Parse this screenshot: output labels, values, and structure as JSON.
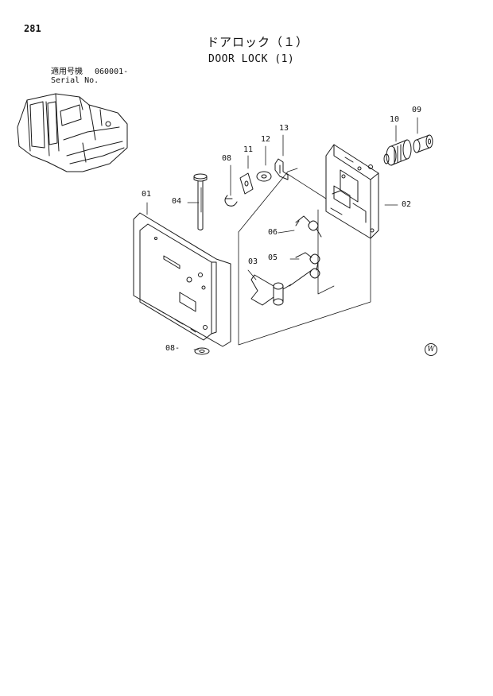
{
  "page_number": "281",
  "title_jp": "ドアロック（１）",
  "title_en": "DOOR LOCK (1)",
  "serial": {
    "label_jp": "適用号機",
    "value": "060001-",
    "label_en": "Serial No."
  },
  "callouts": {
    "c01": "01",
    "c02": "02",
    "c03": "03",
    "c04": "04",
    "c05": "05",
    "c06": "06",
    "c08a": "08",
    "c08b": "08-",
    "c09": "09",
    "c10": "10",
    "c11": "11",
    "c12": "12",
    "c13": "13"
  },
  "corner_mark": "W",
  "icons": [
    "excavator-illustration",
    "door-lock-assembly-drawing"
  ]
}
